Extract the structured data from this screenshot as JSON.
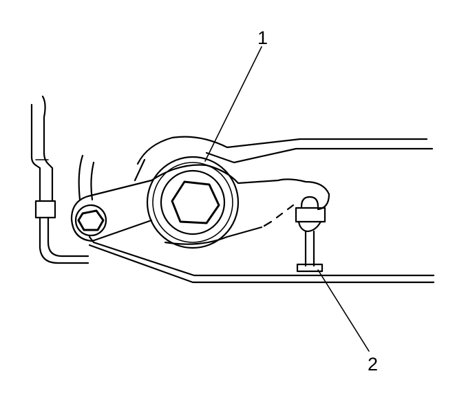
{
  "diagram": {
    "callouts": [
      {
        "id": "callout-1",
        "label": "1"
      },
      {
        "id": "callout-2",
        "label": "2"
      }
    ],
    "colors": {
      "line": "#000000",
      "background": "#ffffff"
    }
  }
}
